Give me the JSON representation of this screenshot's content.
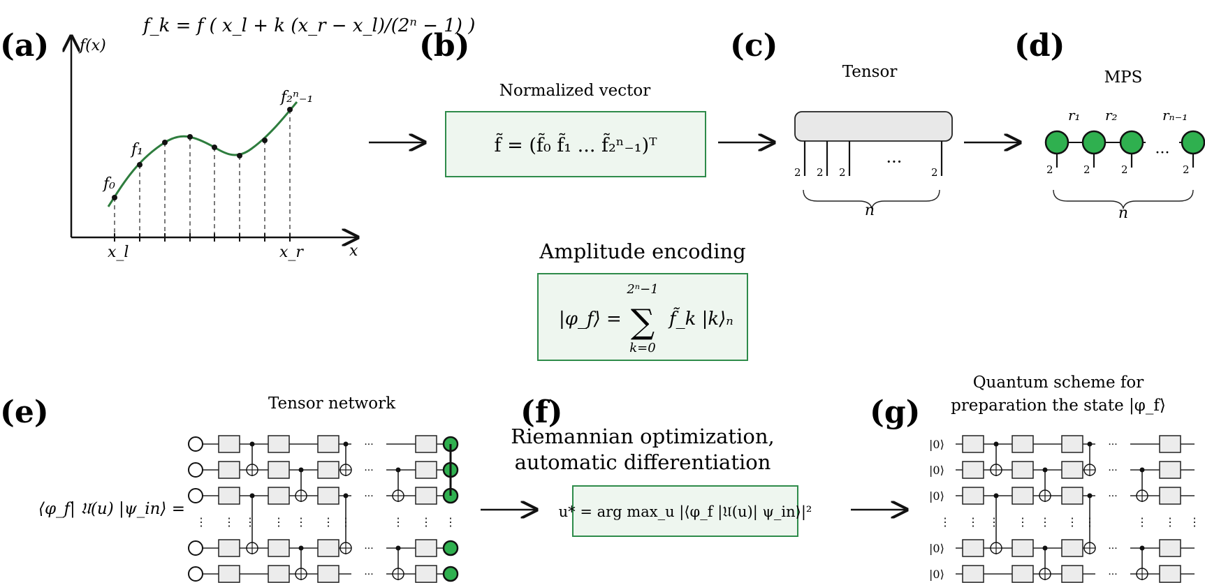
{
  "panel_labels": [
    "(a)",
    "(b)",
    "(c)",
    "(d)",
    "(e)",
    "(f)",
    "(g)"
  ],
  "panel_a": {
    "formula": "f_k = f ( x_l + k (x_r − x_l)/(2ⁿ − 1) )",
    "y_axis_label": "f(x)",
    "x_axis_label": "x",
    "x_left_label": "x_l",
    "x_right_label": "x_r",
    "point_labels": [
      "f₀",
      "f₁",
      "f₂ⁿ₋₁"
    ],
    "curve_color": "#2e7d3e"
  },
  "panel_b": {
    "title": "Normalized vector",
    "formula": "f̃ = (f̃₀   f̃₁   ...   f̃₂ⁿ₋₁)ᵀ"
  },
  "panel_c": {
    "title": "Tensor",
    "leg_labels": [
      "2",
      "2",
      "2",
      "2"
    ],
    "ellipsis": "···",
    "brace_label": "n"
  },
  "panel_d": {
    "title": "MPS",
    "bond_labels": [
      "r₁",
      "r₂",
      "rₙ₋₁"
    ],
    "leg_labels": [
      "2",
      "2",
      "2",
      "2"
    ],
    "ellipsis": "···",
    "brace_label": "n",
    "node_color": "#2fb04f"
  },
  "amplitude": {
    "title": "Amplitude encoding",
    "formula_lhs": "|φ_f⟩ =",
    "sum_top": "2ⁿ−1",
    "sum_symbol": "∑",
    "sum_bottom": "k=0",
    "formula_rhs": "f̃_k |k⟩ₙ"
  },
  "panel_e": {
    "title": "Tensor network",
    "lhs": "⟨φ_f| 𝔘(u) |ψ_in⟩ ="
  },
  "panel_f": {
    "title_line1": "Riemannian optimization,",
    "title_line2": "automatic differentiation",
    "formula": "u* = arg max_u |⟨φ_f |𝔘(u)| ψ_in⟩|²"
  },
  "panel_g": {
    "title_line1": "Quantum scheme for",
    "title_line2": "preparation the state |φ_f⟩",
    "qubit_label": "|0⟩"
  }
}
